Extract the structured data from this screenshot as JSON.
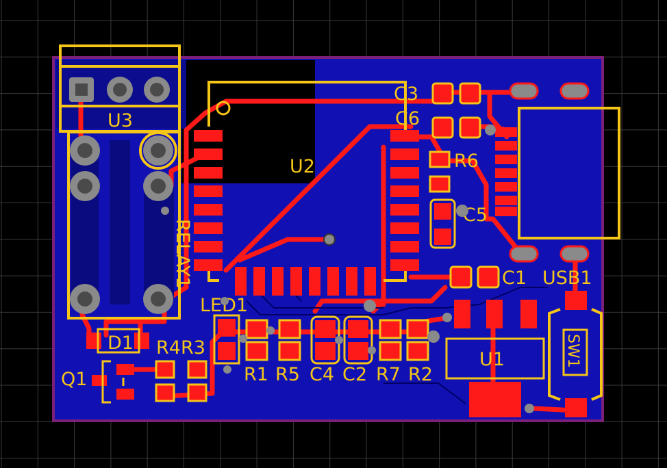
{
  "colors": {
    "background": "#000000",
    "grid": "#3a3a3a",
    "board_fill": "#1111b3",
    "board_outline": "#7a1f7a",
    "copper": "#ff1a1a",
    "silkscreen": "#f5c518",
    "via": "#8a8a8a",
    "hole": "#555555"
  },
  "labels": {
    "u3": "U3",
    "relay1": "RELAY1",
    "u2": "U2",
    "c3": "C3",
    "c6": "C6",
    "r6": "R6",
    "c5": "C5",
    "c1": "C1",
    "usb1": "USB1",
    "led1": "LED1",
    "d1": "D1",
    "r4r3": "R4R3",
    "q1": "Q1",
    "r1": "R1",
    "r5": "R5",
    "c4": "C4",
    "c2": "C2",
    "r7": "R7",
    "r2": "R2",
    "u1": "U1",
    "sw1": "SW1"
  }
}
